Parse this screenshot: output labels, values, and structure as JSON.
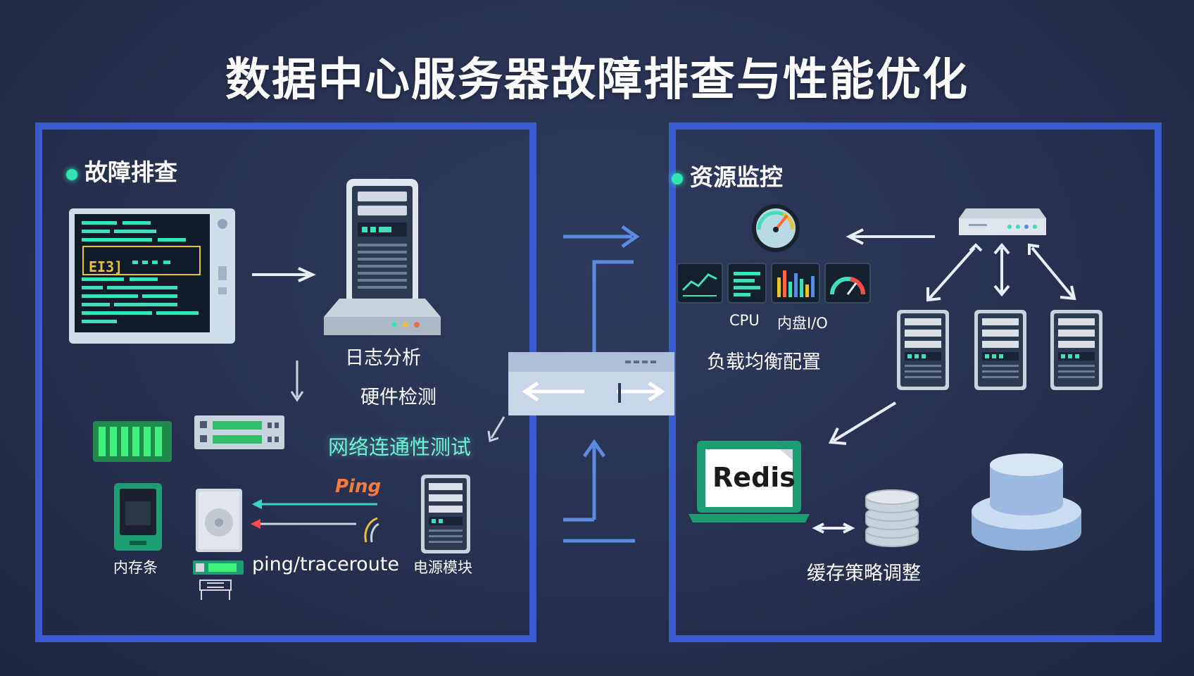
{
  "title": "数据中心服务器故障排查与性能优化",
  "left_panel": {
    "section_title": "故障排查",
    "terminal_error_text": "EI3]",
    "labels": {
      "log_analysis": "日志分析",
      "hardware_check": "硬件检测",
      "network_test": "网络连通性测试",
      "memory": "内存条",
      "ping_traceroute": "ping/traceroute",
      "power_module": "电源模块",
      "ping_word": "Ping"
    }
  },
  "right_panel": {
    "section_title": "资源监控",
    "labels": {
      "cpu": "CPU",
      "disk_io": "内盘I/O",
      "load_balancing": "负载均衡配置",
      "redis": "Redis",
      "cache_strategy": "缓存策略调整"
    }
  },
  "colors": {
    "background": "#27304f",
    "panel_border": "#3a5bd0",
    "accent_teal": "#2ee6b0",
    "accent_blue": "#5b8be0",
    "ping_orange": "#ff7a3a"
  },
  "icons": [
    "terminal-icon",
    "server-tower-icon",
    "memory-stick-icon",
    "nic-card-icon",
    "ssd-icon",
    "hard-drive-icon",
    "rack-server-icon",
    "network-switch-icon",
    "gauge-icon",
    "monitor-chart-icon",
    "router-icon",
    "laptop-icon",
    "database-icon",
    "cylinder-storage-icon"
  ]
}
